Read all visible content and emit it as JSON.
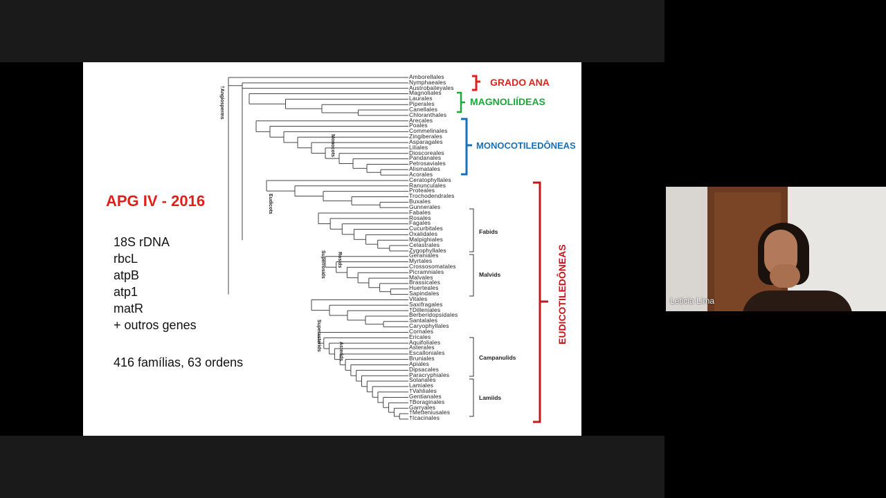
{
  "slide": {
    "title": "APG IV - 2016",
    "genes": [
      "18S rDNA",
      "rbcL",
      "atpB",
      "atp1",
      "matR",
      "+ outros genes"
    ],
    "families_orders": "416 famílias, 63 ordens",
    "groups": {
      "ana": "GRADO ANA",
      "magnoliids": "MAGNOLIÍDEAS",
      "monocots": "MONOCOTILEDÔNEAS",
      "eudicots": "EUDICOTILEDÔNEAS"
    },
    "colors": {
      "ana": "#e0201a",
      "magnoliids": "#1aa83a",
      "monocots": "#1a70b8",
      "eudicots": "#c0181f"
    },
    "clade_labels": {
      "fabids": "Fabids",
      "malvids": "Malvids",
      "campanulids": "Campanulids",
      "lamiids": "Lamiids",
      "angiosperms": "†Angiosperms",
      "monocots": "Monocots",
      "eudicots": "Eudicots",
      "superrosids": "Superrosids",
      "rosids": "Rosids",
      "superasterids": "Superasterids",
      "asterids": "Asterids"
    },
    "taxa": [
      "Amborellales",
      "Nymphaeales",
      "Austrobaileyales",
      "Magnoliales",
      "Laurales",
      "Piperales",
      "Canellales",
      "Chloranthales",
      "Arecales",
      "Poales",
      "Commelinales",
      "Zingiberales",
      "Asparagales",
      "Liliales",
      "Dioscoreales",
      "Pandanales",
      "Petrosaviales",
      "Alismatales",
      "Acorales",
      "Ceratophyllales",
      "Ranunculales",
      "Proteales",
      "Trochodendrales",
      "Buxales",
      "Gunnerales",
      "Fabales",
      "Rosales",
      "Fagales",
      "Cucurbitales",
      "Oxalidales",
      "Malpighiales",
      "Celastrales",
      "Zygophyllales",
      "Geraniales",
      "Myrtales",
      "Crossosomatales",
      "Picramniales",
      "Malvales",
      "Brassicales",
      "Huerteales",
      "Sapindales",
      "Vitales",
      "Saxifragales",
      "†Dilleniales",
      "Berberidopsidales",
      "Santalales",
      "Caryophyllales",
      "Cornales",
      "Ericales",
      "Aquifoliales",
      "Asterales",
      "Escalloniales",
      "Bruniales",
      "Apiales",
      "Dipsacales",
      "Paracryphiales",
      "Solanales",
      "Lamiales",
      "†Vahliales",
      "Gentianales",
      "†Boraginales",
      "Garryales",
      "†Metteniusales",
      "†Icacinales"
    ]
  },
  "video": {
    "participant": "Leticia Lima"
  }
}
